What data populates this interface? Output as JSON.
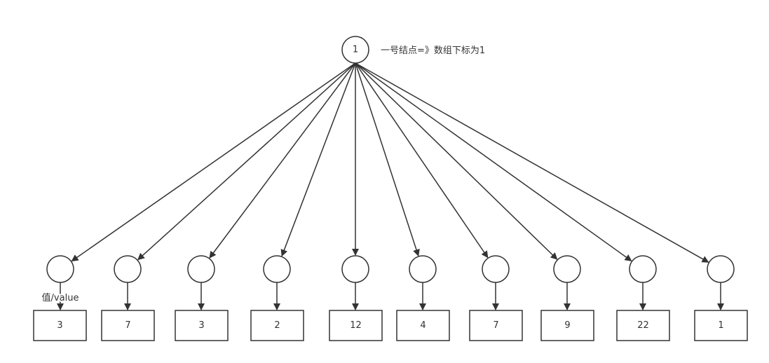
{
  "root": {
    "label": "1",
    "annotation": "一号结点=》数组下标为1"
  },
  "edge_label": "值/value",
  "children": [
    {
      "value": "3"
    },
    {
      "value": "7"
    },
    {
      "value": "3"
    },
    {
      "value": "2"
    },
    {
      "value": "12"
    },
    {
      "value": "4"
    },
    {
      "value": "7"
    },
    {
      "value": "9"
    },
    {
      "value": "22"
    },
    {
      "value": "1"
    }
  ],
  "colors": {
    "stroke": "#333333",
    "background": "#ffffff"
  }
}
